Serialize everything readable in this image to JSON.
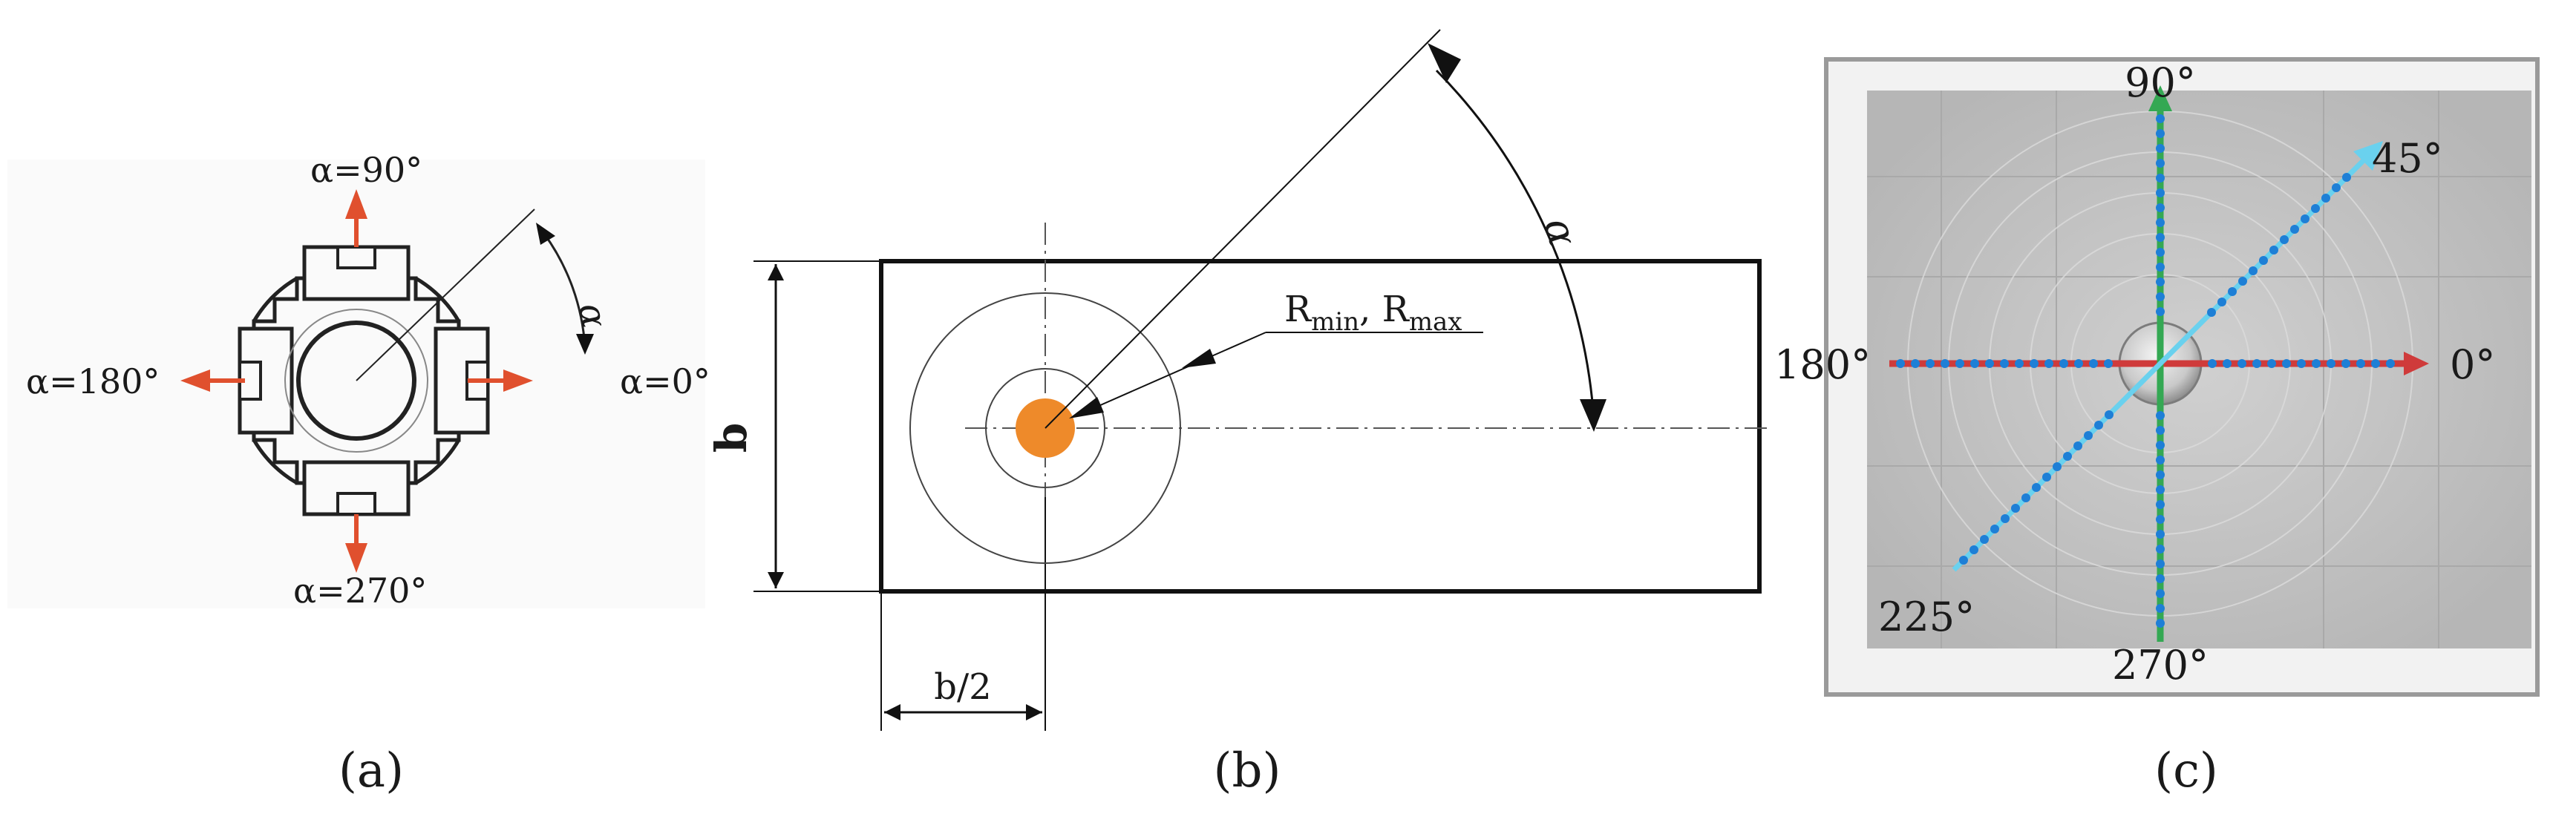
{
  "panel_a": {
    "caption": "(a)",
    "label_90": "α=90°",
    "label_180": "α=180°",
    "label_0": "α=0°",
    "label_270": "α=270°",
    "angle_symbol": "α",
    "arrow_color": "#e0502e"
  },
  "panel_b": {
    "caption": "(b)",
    "width_label": "b",
    "half_width_label": "b/2",
    "radius_label_r": "R",
    "radius_sub_min": "min",
    "radius_sep": ", ",
    "radius_sub_max": "max",
    "angle_symbol": "α",
    "center_color": "#ee8a2a"
  },
  "panel_c": {
    "caption": "(c)",
    "label_90": "90°",
    "label_45": "45°",
    "label_180": "180°",
    "label_0": "0°",
    "label_225": "225°",
    "label_270": "270°",
    "plate_color": "#c4c4c4",
    "axis_x_color": "#cf3b3b",
    "axis_y_color": "#34a853",
    "dot_color": "#1e7fd6",
    "diag_color": "#6ad1ee"
  }
}
